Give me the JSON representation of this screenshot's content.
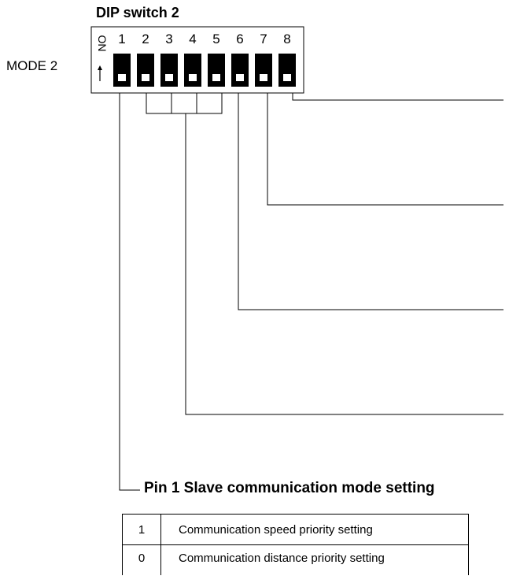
{
  "title": "DIP switch 2",
  "mode_label": "MODE 2",
  "on_label": "ON",
  "switch_numbers": [
    "1",
    "2",
    "3",
    "4",
    "5",
    "6",
    "7",
    "8"
  ],
  "pin_heading": "Pin 1 Slave communication mode setting",
  "settings_table": [
    {
      "value": "1",
      "description": "Communication speed priority setting"
    },
    {
      "value": "0",
      "description": "Communication distance priority setting"
    }
  ]
}
